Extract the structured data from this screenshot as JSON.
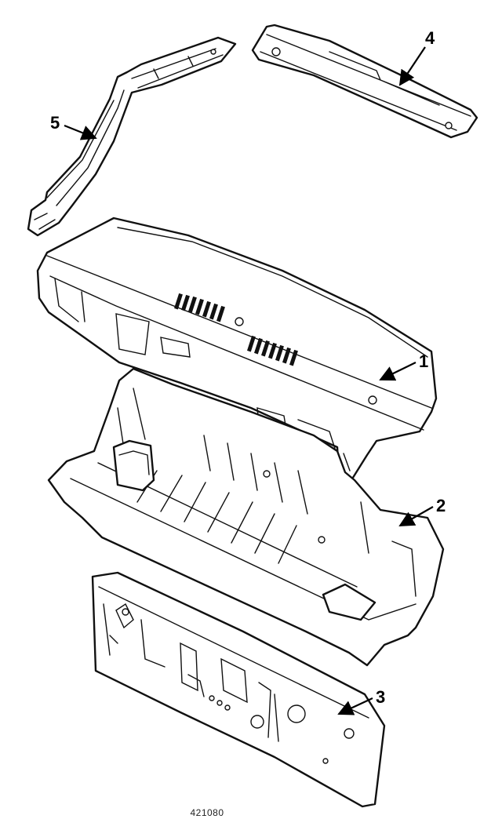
{
  "callouts": [
    {
      "id": "cowl-top-panel",
      "label": "1"
    },
    {
      "id": "floor-pan",
      "label": "2"
    },
    {
      "id": "dash-panel",
      "label": "3"
    },
    {
      "id": "upper-rail",
      "label": "4"
    },
    {
      "id": "pillar",
      "label": "5"
    }
  ],
  "catalog_number": "421080",
  "colors": {
    "ink": "#111111",
    "paper": "#ffffff"
  }
}
